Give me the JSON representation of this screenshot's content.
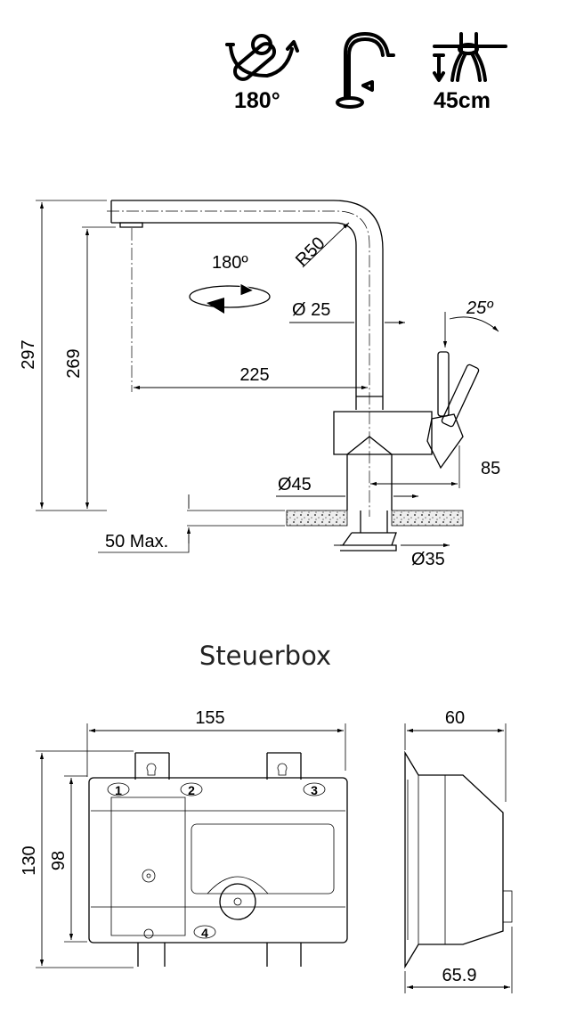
{
  "icons": [
    {
      "name": "swivel-180-icon",
      "label": "180°"
    },
    {
      "name": "spout-icon",
      "label": ""
    },
    {
      "name": "pull-out-hose-icon",
      "label": "45cm"
    }
  ],
  "faucet": {
    "height_total": "297",
    "height_outlet": "269",
    "reach": "225",
    "radius": "R50",
    "swivel": "180º",
    "tube_diameter": "Ø 25",
    "lever_angle": "25º",
    "base_diameter": "Ø45",
    "lever_offset": "85",
    "max_thickness": "50 Max.",
    "hole_diameter": "Ø35"
  },
  "control_box": {
    "title": "Steuerbox",
    "width": "155",
    "depth": "60",
    "height_total": "130",
    "height_body": "98",
    "depth_total": "65.9",
    "ports": [
      "1",
      "2",
      "3",
      "4"
    ]
  }
}
